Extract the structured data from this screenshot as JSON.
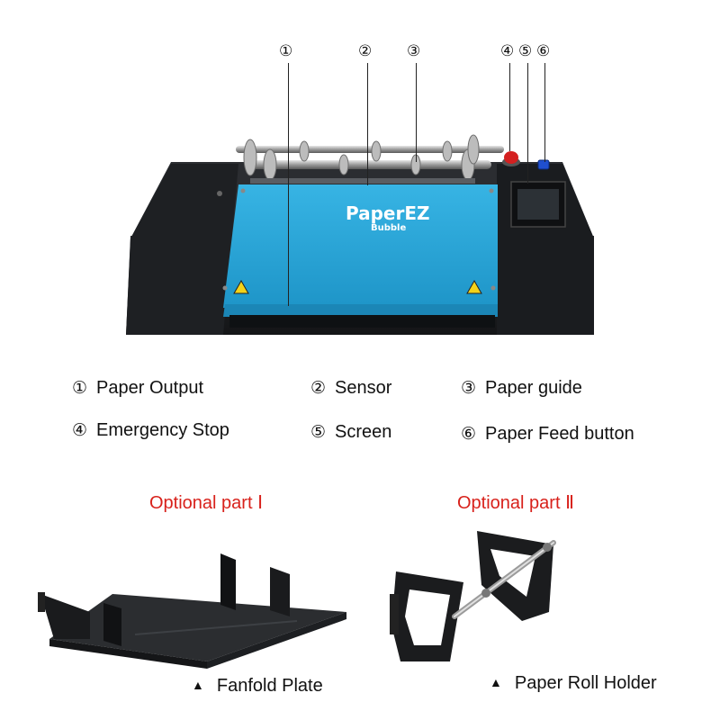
{
  "machine": {
    "brand": "PaperEZ",
    "model": "Bubble",
    "callouts": [
      "①",
      "②",
      "③",
      "④",
      "⑤",
      "⑥"
    ]
  },
  "legend": [
    {
      "num": "①",
      "label": "Paper Output"
    },
    {
      "num": "②",
      "label": "Sensor"
    },
    {
      "num": "③",
      "label": "Paper guide"
    },
    {
      "num": "④",
      "label": "Emergency Stop"
    },
    {
      "num": "⑤",
      "label": "Screen"
    },
    {
      "num": "⑥",
      "label": "Paper Feed button"
    }
  ],
  "optional": [
    {
      "title": "Optional part Ⅰ",
      "caption": "Fanfold Plate",
      "marker": "▲"
    },
    {
      "title": "Optional part  Ⅱ",
      "caption": "Paper Roll Holder",
      "marker": "▲"
    }
  ],
  "colors": {
    "body_blue": "#2aa6d8",
    "body_black": "#1d1f22",
    "optional_red": "#d8211b",
    "stop_red": "#d42020",
    "feed_blue": "#1f4fd0"
  }
}
